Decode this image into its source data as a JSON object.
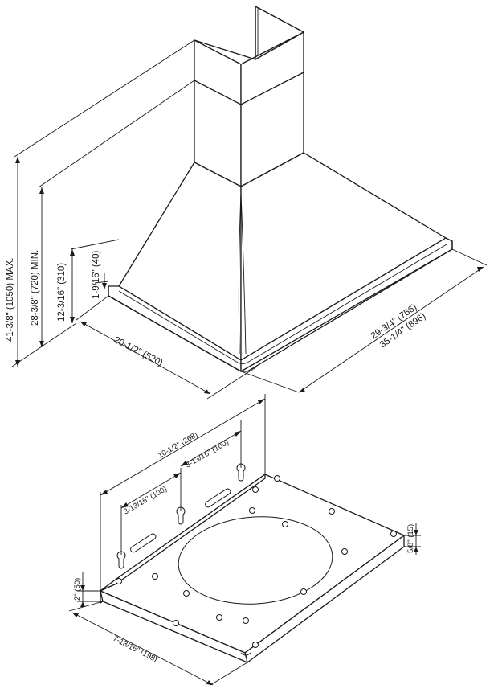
{
  "hood": {
    "dims": {
      "height_max": "41-3/8\" (1050) MAX.",
      "height_min": "28-3/8\" (720) MIN.",
      "canopy_height": "12-3/16\" (310)",
      "rim_height": "1-9/16\" (40)",
      "depth": "20-1/2\" (520)",
      "width_a": "29-3/4\" (756)",
      "width_b": "35-1/4\" (896)"
    }
  },
  "bracket": {
    "dims": {
      "overall": "10-1/2\" (268)",
      "slot_spacing_right": "3-13/16\" (100)",
      "slot_spacing_left": "3-13/16\" (100)",
      "flange_height": "2\" (50)",
      "lip_height": "5/8\" (15)",
      "depth": "7-13/16\" (198)"
    }
  }
}
